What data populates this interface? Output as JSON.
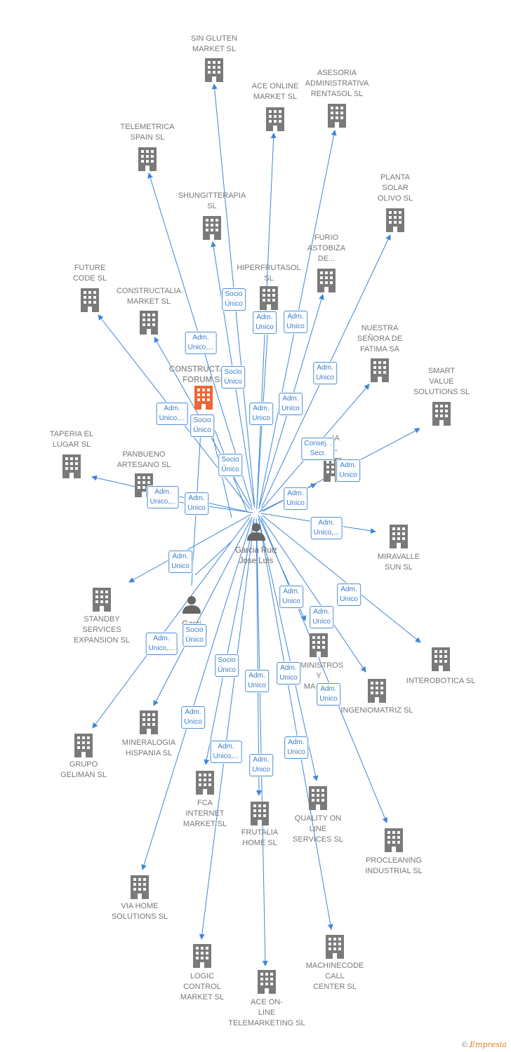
{
  "colors": {
    "edge": "#3f86d8",
    "building": "#7a7a7a",
    "focus_building": "#ee6633",
    "person": "#666666"
  },
  "icons": {
    "company": "building-icon",
    "person": "person-icon"
  },
  "center_person": {
    "name_line1": "Garcia Ruiz",
    "name_line2": "Jose Luis"
  },
  "second_person": {
    "name_line1": "Garci",
    "name_line2": "..."
  },
  "focus_company": {
    "line1": "CONSTRUCTALIA",
    "line2": "FORUM SL"
  },
  "companies": [
    {
      "lines": [
        "SIN GLUTEN",
        "MARKET SL"
      ]
    },
    {
      "lines": [
        "ACE ONLINE",
        "MARKET SL"
      ]
    },
    {
      "lines": [
        "ASESORIA",
        "ADMINISTRATIVA",
        "RENTASOL SL"
      ]
    },
    {
      "lines": [
        "TELEMETRICA",
        "SPAIN SL"
      ]
    },
    {
      "lines": [
        "SHUNGITTERAPIA",
        "SL"
      ]
    },
    {
      "lines": [
        "PLANTA",
        "SOLAR",
        "OLIVO SL"
      ]
    },
    {
      "lines": [
        "FURIO",
        "ASTOBIZA",
        "DE..."
      ]
    },
    {
      "lines": [
        "HIPERFRUTASOL",
        "SL"
      ]
    },
    {
      "lines": [
        "FUTURE",
        "CODE SL"
      ]
    },
    {
      "lines": [
        "CONSTRUCTALIA",
        "MARKET SL"
      ]
    },
    {
      "lines": [
        "NUESTRA",
        "SEÑORA DE",
        "FATIMA SA"
      ]
    },
    {
      "lines": [
        "SMART",
        "VALUE",
        "SOLUTIONS SL"
      ]
    },
    {
      "lines": [
        "TAPERIA EL",
        "LUGAR SL"
      ]
    },
    {
      "lines": [
        "PANBUENO",
        "ARTESANO SL"
      ]
    },
    {
      "lines": [
        "...IA",
        "SL"
      ]
    },
    {
      "lines": [
        "MIRAVALLE",
        "SUN SL"
      ]
    },
    {
      "lines": [
        "STANDBY",
        "SERVICES",
        "EXPANSION SL"
      ]
    },
    {
      "lines": [
        "INTEROBOTICA SL"
      ]
    },
    {
      "lines": [
        "...MINISTROS",
        "Y",
        "MAQU..."
      ]
    },
    {
      "lines": [
        "INGENIOMATRIZ SL"
      ]
    },
    {
      "lines": [
        "GRUPO",
        "GELIMAN SL"
      ]
    },
    {
      "lines": [
        "MINERALOGIA",
        "HISPANIA SL"
      ]
    },
    {
      "lines": [
        "FCA",
        "INTERNET",
        "MARKET SL"
      ]
    },
    {
      "lines": [
        "FRUTALIA",
        "HOME SL"
      ]
    },
    {
      "lines": [
        "QUALITY ON",
        "LINE",
        "SERVICES SL"
      ]
    },
    {
      "lines": [
        "PROCLEANING",
        "INDUSTRIAL SL"
      ]
    },
    {
      "lines": [
        "VIA HOME",
        "SOLUTIONS SL"
      ]
    },
    {
      "lines": [
        "LOGIC",
        "CONTROL",
        "MARKET SL"
      ]
    },
    {
      "lines": [
        "ACE ON-",
        "LINE",
        "TELEMARKETING SL"
      ]
    },
    {
      "lines": [
        "MACHINECODE",
        "CALL",
        "CENTER SL"
      ]
    }
  ],
  "relationships": [
    {
      "lines": [
        "Socio",
        "Único"
      ]
    },
    {
      "lines": [
        "Adm.",
        "Unico"
      ]
    },
    {
      "lines": [
        "Adm.",
        "Unico"
      ]
    },
    {
      "lines": [
        "Adm.",
        "Unico,..."
      ]
    },
    {
      "lines": [
        "Adm.",
        "Unico"
      ]
    },
    {
      "lines": [
        "Socio",
        "Único"
      ]
    },
    {
      "lines": [
        "Adm.",
        "Unico,..."
      ]
    },
    {
      "lines": [
        "Socio",
        "Único"
      ]
    },
    {
      "lines": [
        "Adm.",
        "Unico"
      ]
    },
    {
      "lines": [
        "Adm.",
        "Unico"
      ]
    },
    {
      "lines": [
        "Socio",
        "Único"
      ]
    },
    {
      "lines": [
        "Consej. .",
        "Secr."
      ]
    },
    {
      "lines": [
        "Adm.",
        "Unico"
      ]
    },
    {
      "lines": [
        "Adm.",
        "Unico"
      ]
    },
    {
      "lines": [
        "Adm.",
        "Unico,..."
      ]
    },
    {
      "lines": [
        "Adm.",
        "Unico"
      ]
    },
    {
      "lines": [
        "Adm.",
        "Unico,..."
      ]
    },
    {
      "lines": [
        "Adm.",
        "Unico"
      ]
    },
    {
      "lines": [
        "Adm.",
        "Unico"
      ]
    },
    {
      "lines": [
        "Adm.",
        "Unico"
      ]
    },
    {
      "lines": [
        "Adm.",
        "Unico"
      ]
    },
    {
      "lines": [
        "Adm.",
        "Unico,..."
      ]
    },
    {
      "lines": [
        "Socio",
        "Único"
      ]
    },
    {
      "lines": [
        "Socio",
        "Único"
      ]
    },
    {
      "lines": [
        "Adm.",
        "Unico"
      ]
    },
    {
      "lines": [
        "Adm.",
        "Unico"
      ]
    },
    {
      "lines": [
        "Adm.",
        "Unico"
      ]
    },
    {
      "lines": [
        "Adm.",
        "Unico"
      ]
    },
    {
      "lines": [
        "Adm.",
        "Unico,..."
      ]
    },
    {
      "lines": [
        "Adm.",
        "Unico"
      ]
    },
    {
      "lines": [
        "Adm.",
        "Unico"
      ]
    }
  ],
  "footer": {
    "copyright": "©",
    "brand": "Empresia"
  }
}
